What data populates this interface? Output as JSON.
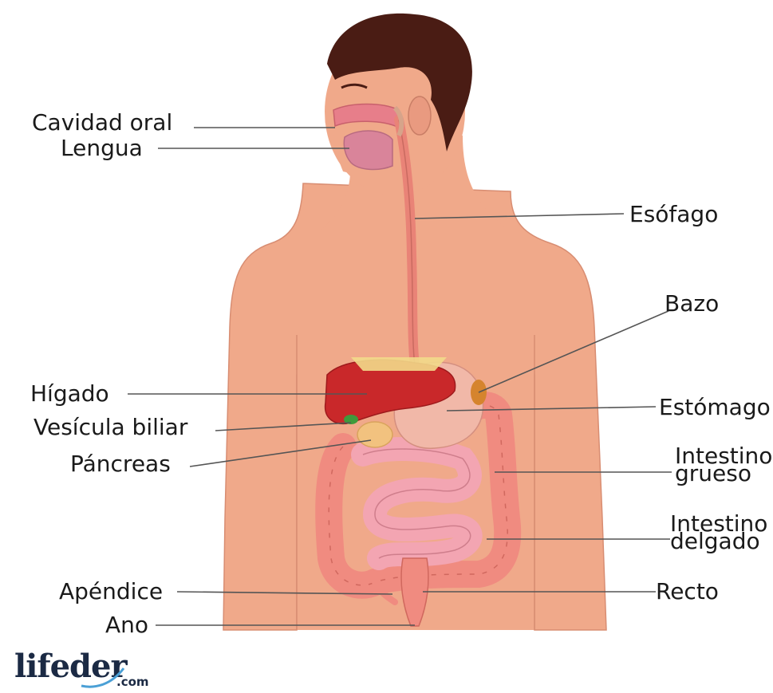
{
  "labels": {
    "cavidad_oral": "Cavidad oral",
    "lengua": "Lengua",
    "esofago": "Esófago",
    "bazo": "Bazo",
    "higado": "Hígado",
    "estomago": "Estómago",
    "vesicula": "Vesícula biliar",
    "pancreas": "Páncreas",
    "intestino_grueso": "Intestino\ngrueso",
    "intestino_delgado": "Intestino\ndelgado",
    "apendice": "Apéndice",
    "recto": "Recto",
    "ano": "Ano"
  },
  "logo": {
    "main": "lifeder",
    "suffix": ".com"
  },
  "colors": {
    "skin": "#f0a98a",
    "skin_shadow": "#e0937a",
    "hair": "#4a1c14",
    "liver": "#c9282a",
    "stomach": "#f1b8a8",
    "large_intestine": "#f08b80",
    "small_intestine": "#f3a5b2",
    "esophagus": "#e98377",
    "gallbladder": "#3f9a3c",
    "pancreas": "#f2c27f",
    "leader_line": "#555555"
  }
}
